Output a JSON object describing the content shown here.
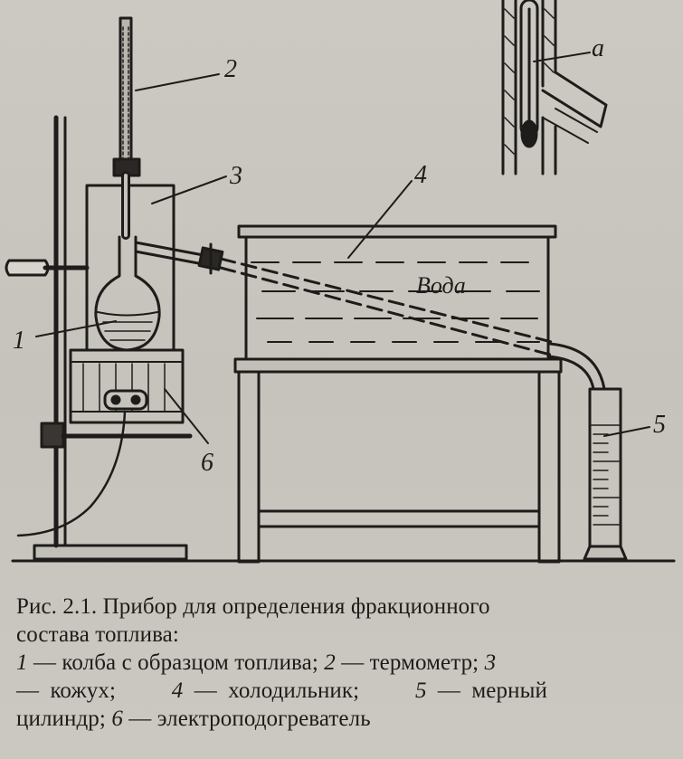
{
  "figure": {
    "labels": {
      "n1": "1",
      "n2": "2",
      "n3": "3",
      "n4": "4",
      "n5": "5",
      "n6": "6",
      "a": "a",
      "water": "Вода"
    }
  },
  "caption": {
    "title_line1": "Рис. 2.1. Прибор для определения фракционного",
    "title_line2": "состава топлива:",
    "legend": [
      {
        "num": "1",
        "text": "— колба с образцом топлива;"
      },
      {
        "num": "2",
        "text": "— термометр;"
      },
      {
        "num": "3",
        "text": "— кожух;"
      },
      {
        "num": "4",
        "text": "— холодильник;"
      },
      {
        "num": "5",
        "text": "— мерный"
      },
      {
        "text2": "цилиндр;"
      },
      {
        "num": "6",
        "text": "— электроподогреватель"
      }
    ]
  }
}
